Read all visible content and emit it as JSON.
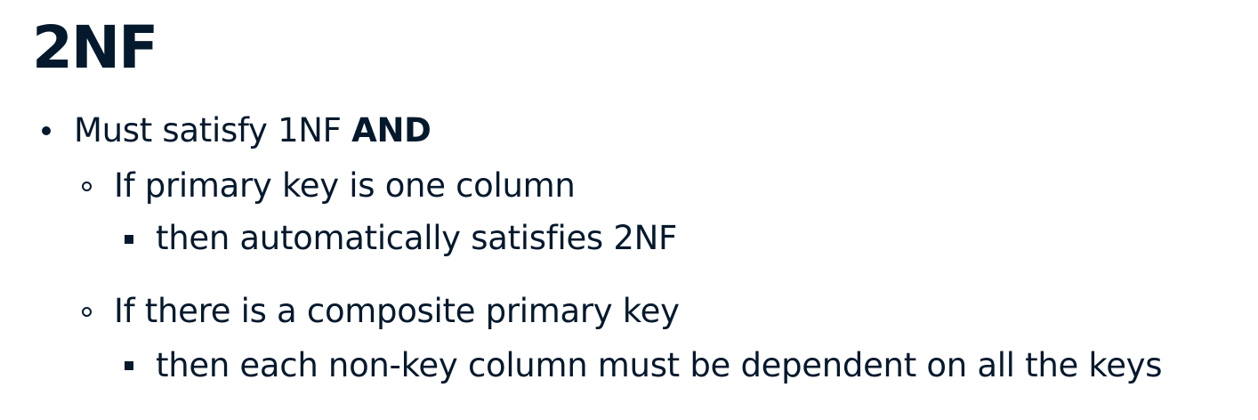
{
  "slide": {
    "title": "2NF",
    "bullets": {
      "level1": {
        "text": "Must satisfy 1NF ",
        "emphasis": "AND"
      },
      "level2_a": "If primary key is one column",
      "level3_a": "then automatically satisfies 2NF",
      "level2_b": "If there is a composite primary key",
      "level3_b": "then each non-key column must be dependent on all the keys"
    }
  }
}
